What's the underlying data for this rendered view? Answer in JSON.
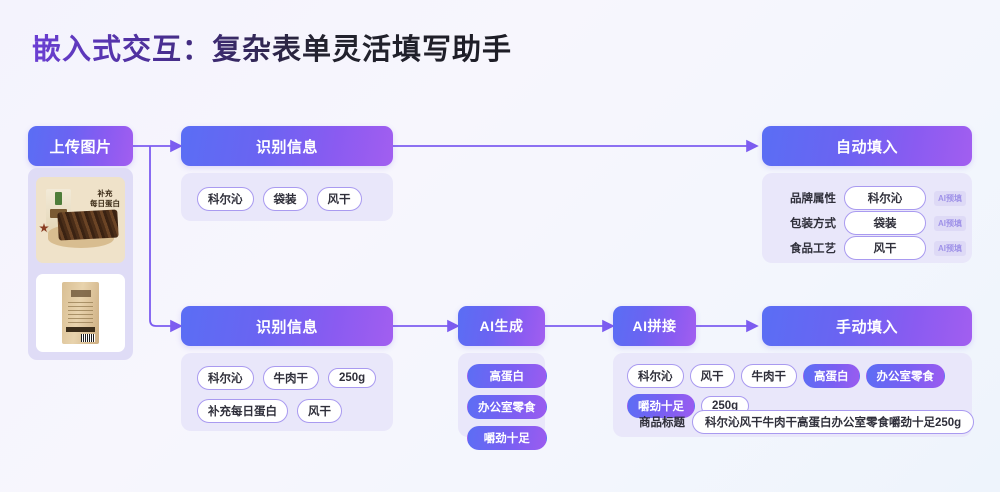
{
  "page": {
    "title": "嵌入式交互：复杂表单灵活填写助手",
    "accent_gradient_from": "#5a6ef4",
    "accent_gradient_to": "#a25ef0",
    "panel_bg": "#e9e7fa",
    "background": "#f4f3fd"
  },
  "nodes": {
    "upload": {
      "label": "上传图片"
    },
    "recognize_top": {
      "label": "识别信息"
    },
    "recognize_bottom": {
      "label": "识别信息"
    },
    "ai_generate": {
      "label": "AI生成"
    },
    "ai_concat": {
      "label": "AI拼接"
    },
    "auto_fill": {
      "label": "自动填入"
    },
    "manual_fill": {
      "label": "手动填入"
    }
  },
  "upload_images": [
    {
      "alt": "牛肉干产品图",
      "caption_line1": "补充",
      "caption_line2": "每日蛋白"
    },
    {
      "alt": "牛皮纸包装袋背面图"
    }
  ],
  "recognize_top_tags": [
    "科尔沁",
    "袋装",
    "风干"
  ],
  "recognize_bottom_tags": [
    "科尔沁",
    "牛肉干",
    "250g",
    "补充每日蛋白",
    "风干"
  ],
  "ai_generate_tags": [
    "高蛋白",
    "办公室零食",
    "嚼劲十足"
  ],
  "auto_fill_form": {
    "badge_label": "AI预填",
    "rows": [
      {
        "label": "品牌属性",
        "value": "科尔沁"
      },
      {
        "label": "包装方式",
        "value": "袋装"
      },
      {
        "label": "食品工艺",
        "value": "风干"
      }
    ]
  },
  "manual_fill": {
    "tags": [
      {
        "text": "科尔沁",
        "filled": false
      },
      {
        "text": "风干",
        "filled": false
      },
      {
        "text": "牛肉干",
        "filled": false
      },
      {
        "text": "高蛋白",
        "filled": true
      },
      {
        "text": "办公室零食",
        "filled": true
      },
      {
        "text": "嚼劲十足",
        "filled": true
      },
      {
        "text": "250g",
        "filled": false
      }
    ],
    "result_label": "商品标题",
    "result_value": "科尔沁风干牛肉干高蛋白办公室零食嚼劲十足250g"
  }
}
